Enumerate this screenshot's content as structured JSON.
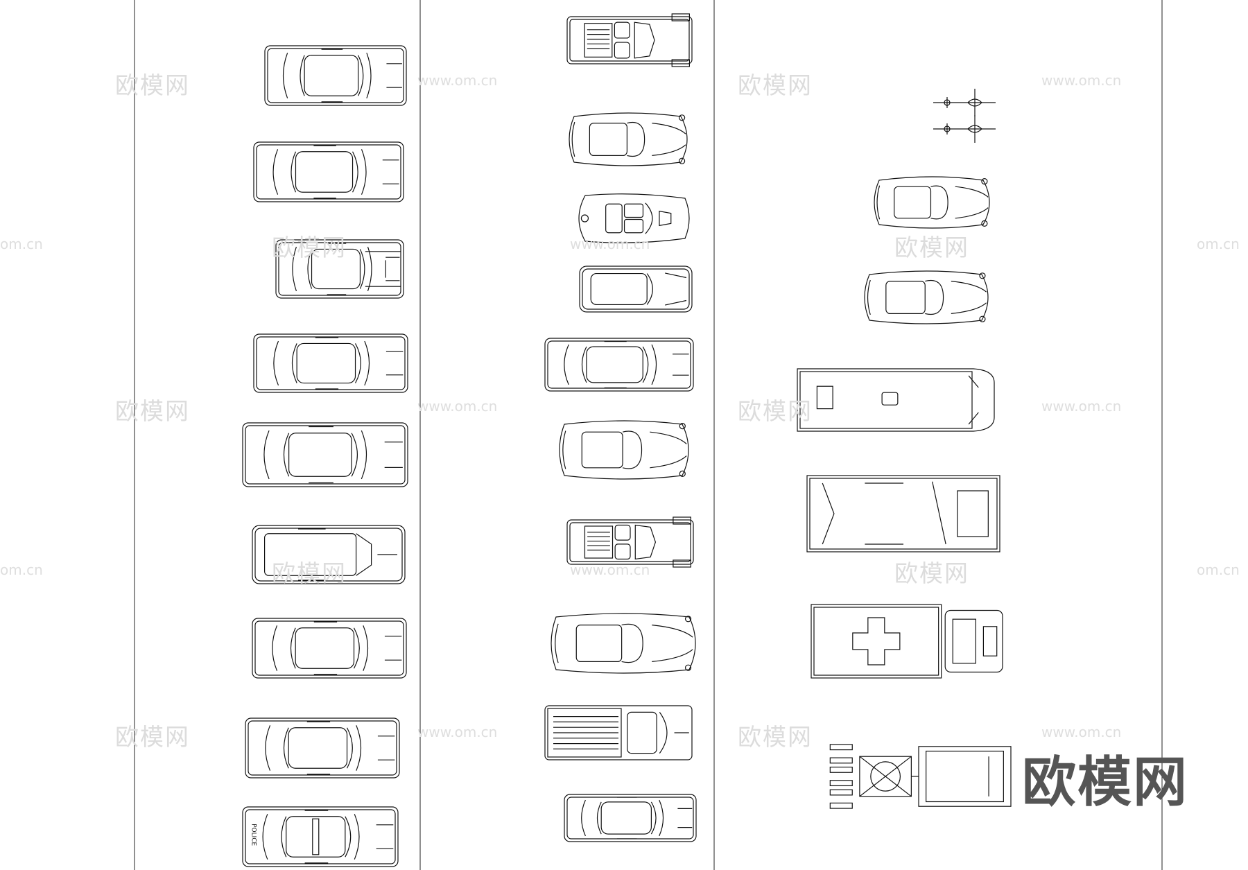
{
  "brand": {
    "logo_text": "欧模网",
    "watermark_cn": "欧模网",
    "watermark_url": "www.om.cn",
    "watermark_url_partial": "om.cn"
  },
  "colors": {
    "line": "#111111",
    "background": "#ffffff",
    "watermark": "#dcdcdc",
    "logo": "#555555"
  },
  "columns": [
    {
      "name": "column-1",
      "vehicles": [
        "sedan",
        "sedan",
        "pickup-cab",
        "sedan",
        "sedan",
        "station-wagon",
        "sedan",
        "sedan",
        "police-car"
      ],
      "police_label": "POLICE"
    },
    {
      "name": "column-2",
      "vehicles": [
        "convertible-sports-car",
        "sports-car",
        "roadster",
        "hatchback",
        "sedan",
        "sports-car",
        "convertible-sports-car",
        "sports-car",
        "pickup-truck",
        "sedan"
      ]
    },
    {
      "name": "column-3",
      "vehicles": [
        "bicycle",
        "bicycle",
        "sports-car",
        "sports-car",
        "bus",
        "van",
        "ambulance",
        "tow-truck"
      ]
    }
  ]
}
